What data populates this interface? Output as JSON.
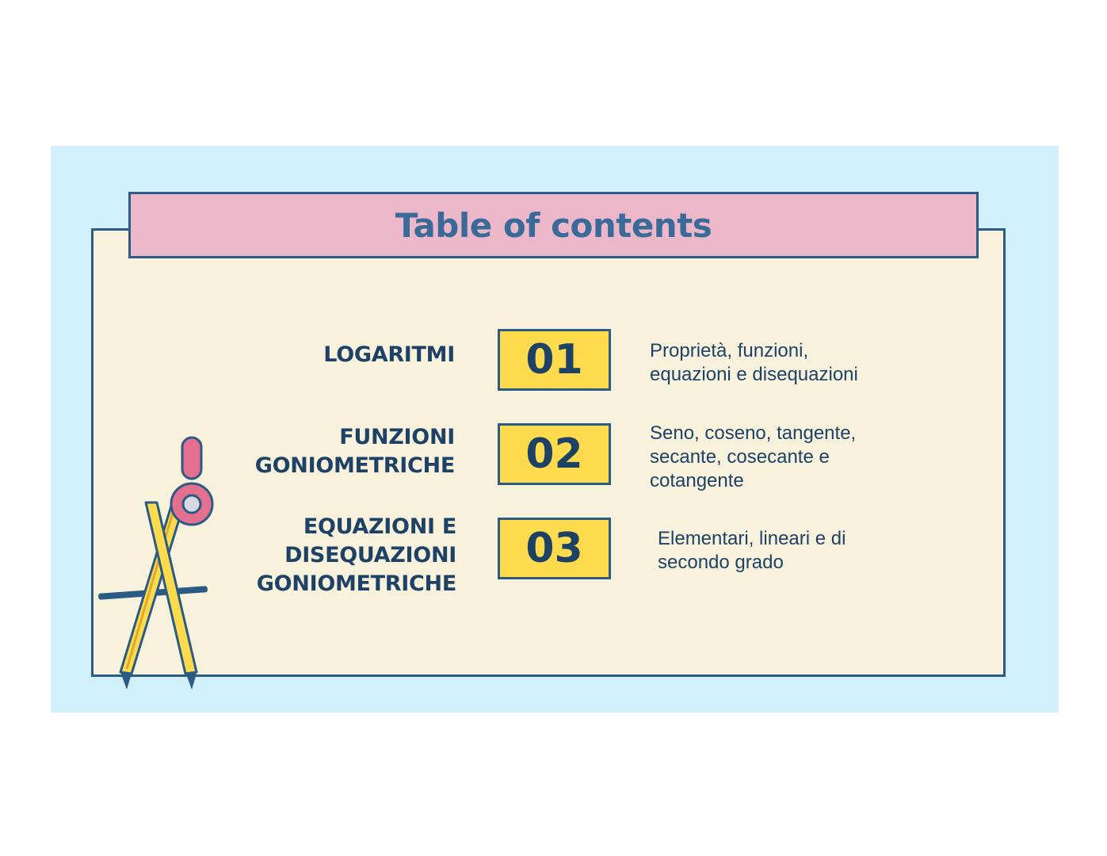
{
  "slide": {
    "title": "Table of contents",
    "items": [
      {
        "number": "01",
        "title_lines": [
          "LOGARITMI"
        ],
        "description_lines": [
          "Proprietà, funzioni,",
          "equazioni e disequazioni"
        ]
      },
      {
        "number": "02",
        "title_lines": [
          "FUNZIONI",
          "GONIOMETRICHE"
        ],
        "description_lines": [
          "Seno, coseno, tangente,",
          "secante, cosecante e",
          "cotangente"
        ]
      },
      {
        "number": "03",
        "title_lines": [
          "EQUAZIONI E",
          "DISEQUAZIONI",
          "GONIOMETRICHE"
        ],
        "description_lines": [
          "Elementari, lineari e di",
          "secondo grado"
        ]
      }
    ]
  },
  "colors": {
    "background": "#d2f0fb",
    "panel": "#f8f1dc",
    "title_bar": "#ecb8c9",
    "number_box": "#fddb4c",
    "border": "#2b5a84",
    "text": "#1e4266"
  },
  "icons": {
    "decoration": "drawing-compass-icon"
  }
}
